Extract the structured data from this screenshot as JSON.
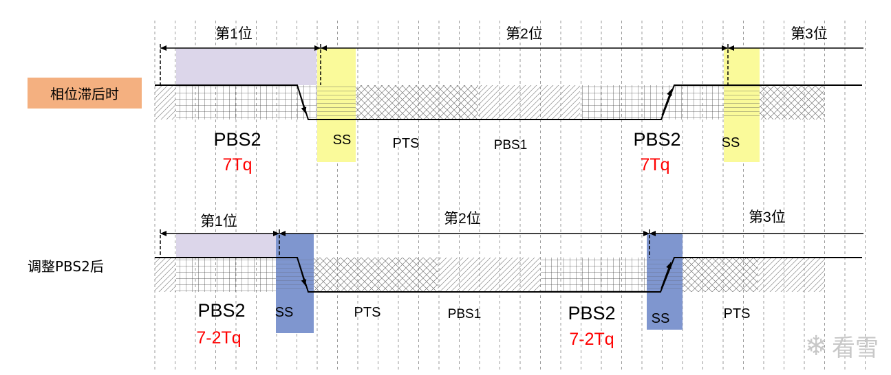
{
  "top": {
    "side_label": "相位滞后时",
    "bits": [
      "第1位",
      "第2位",
      "第3位"
    ],
    "segments": {
      "pbs2_left": "PBS2",
      "ss_1": "SS",
      "pts": "PTS",
      "pbs1": "PBS1",
      "pbs2_right": "PBS2",
      "ss_2": "SS"
    },
    "tq_left": "7Tq",
    "tq_right": "7Tq"
  },
  "bottom": {
    "side_label": "调整PBS2后",
    "bits": [
      "第1位",
      "第2位",
      "第3位"
    ],
    "segments": {
      "pbs2_left": "PBS2",
      "ss_1": "SS",
      "pts": "PTS",
      "pbs1": "PBS1",
      "pbs2_right": "PBS2",
      "ss_2": "SS",
      "pts_2": "PTS"
    },
    "tq_left": "7-2Tq",
    "tq_right": "7-2Tq"
  },
  "colors": {
    "ss_top": "#fafa9a",
    "ss_bottom": "#7f96cf",
    "pbs2_shade": "#dcd6ea",
    "tq_text": "#ff0000",
    "side_label_bg": "#f4b080"
  },
  "watermark": {
    "icon": "snowflake-icon",
    "text": "看雪"
  }
}
